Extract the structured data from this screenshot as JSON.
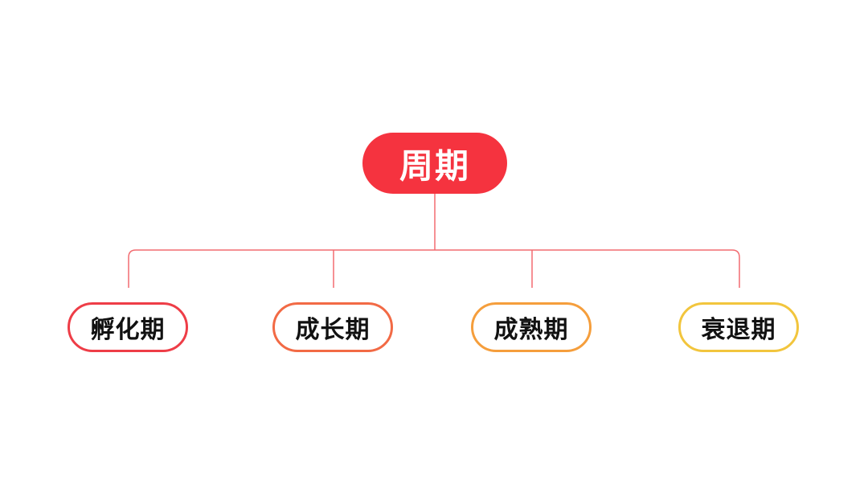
{
  "root": {
    "label": "周期",
    "color": "#f5333f"
  },
  "connector_color": "#f26b70",
  "stages": [
    {
      "label": "孵化期",
      "border_color": "#ee3d47"
    },
    {
      "label": "成长期",
      "border_color": "#f26a45"
    },
    {
      "label": "成熟期",
      "border_color": "#f59e3c"
    },
    {
      "label": "衰退期",
      "border_color": "#f2c53d"
    }
  ]
}
